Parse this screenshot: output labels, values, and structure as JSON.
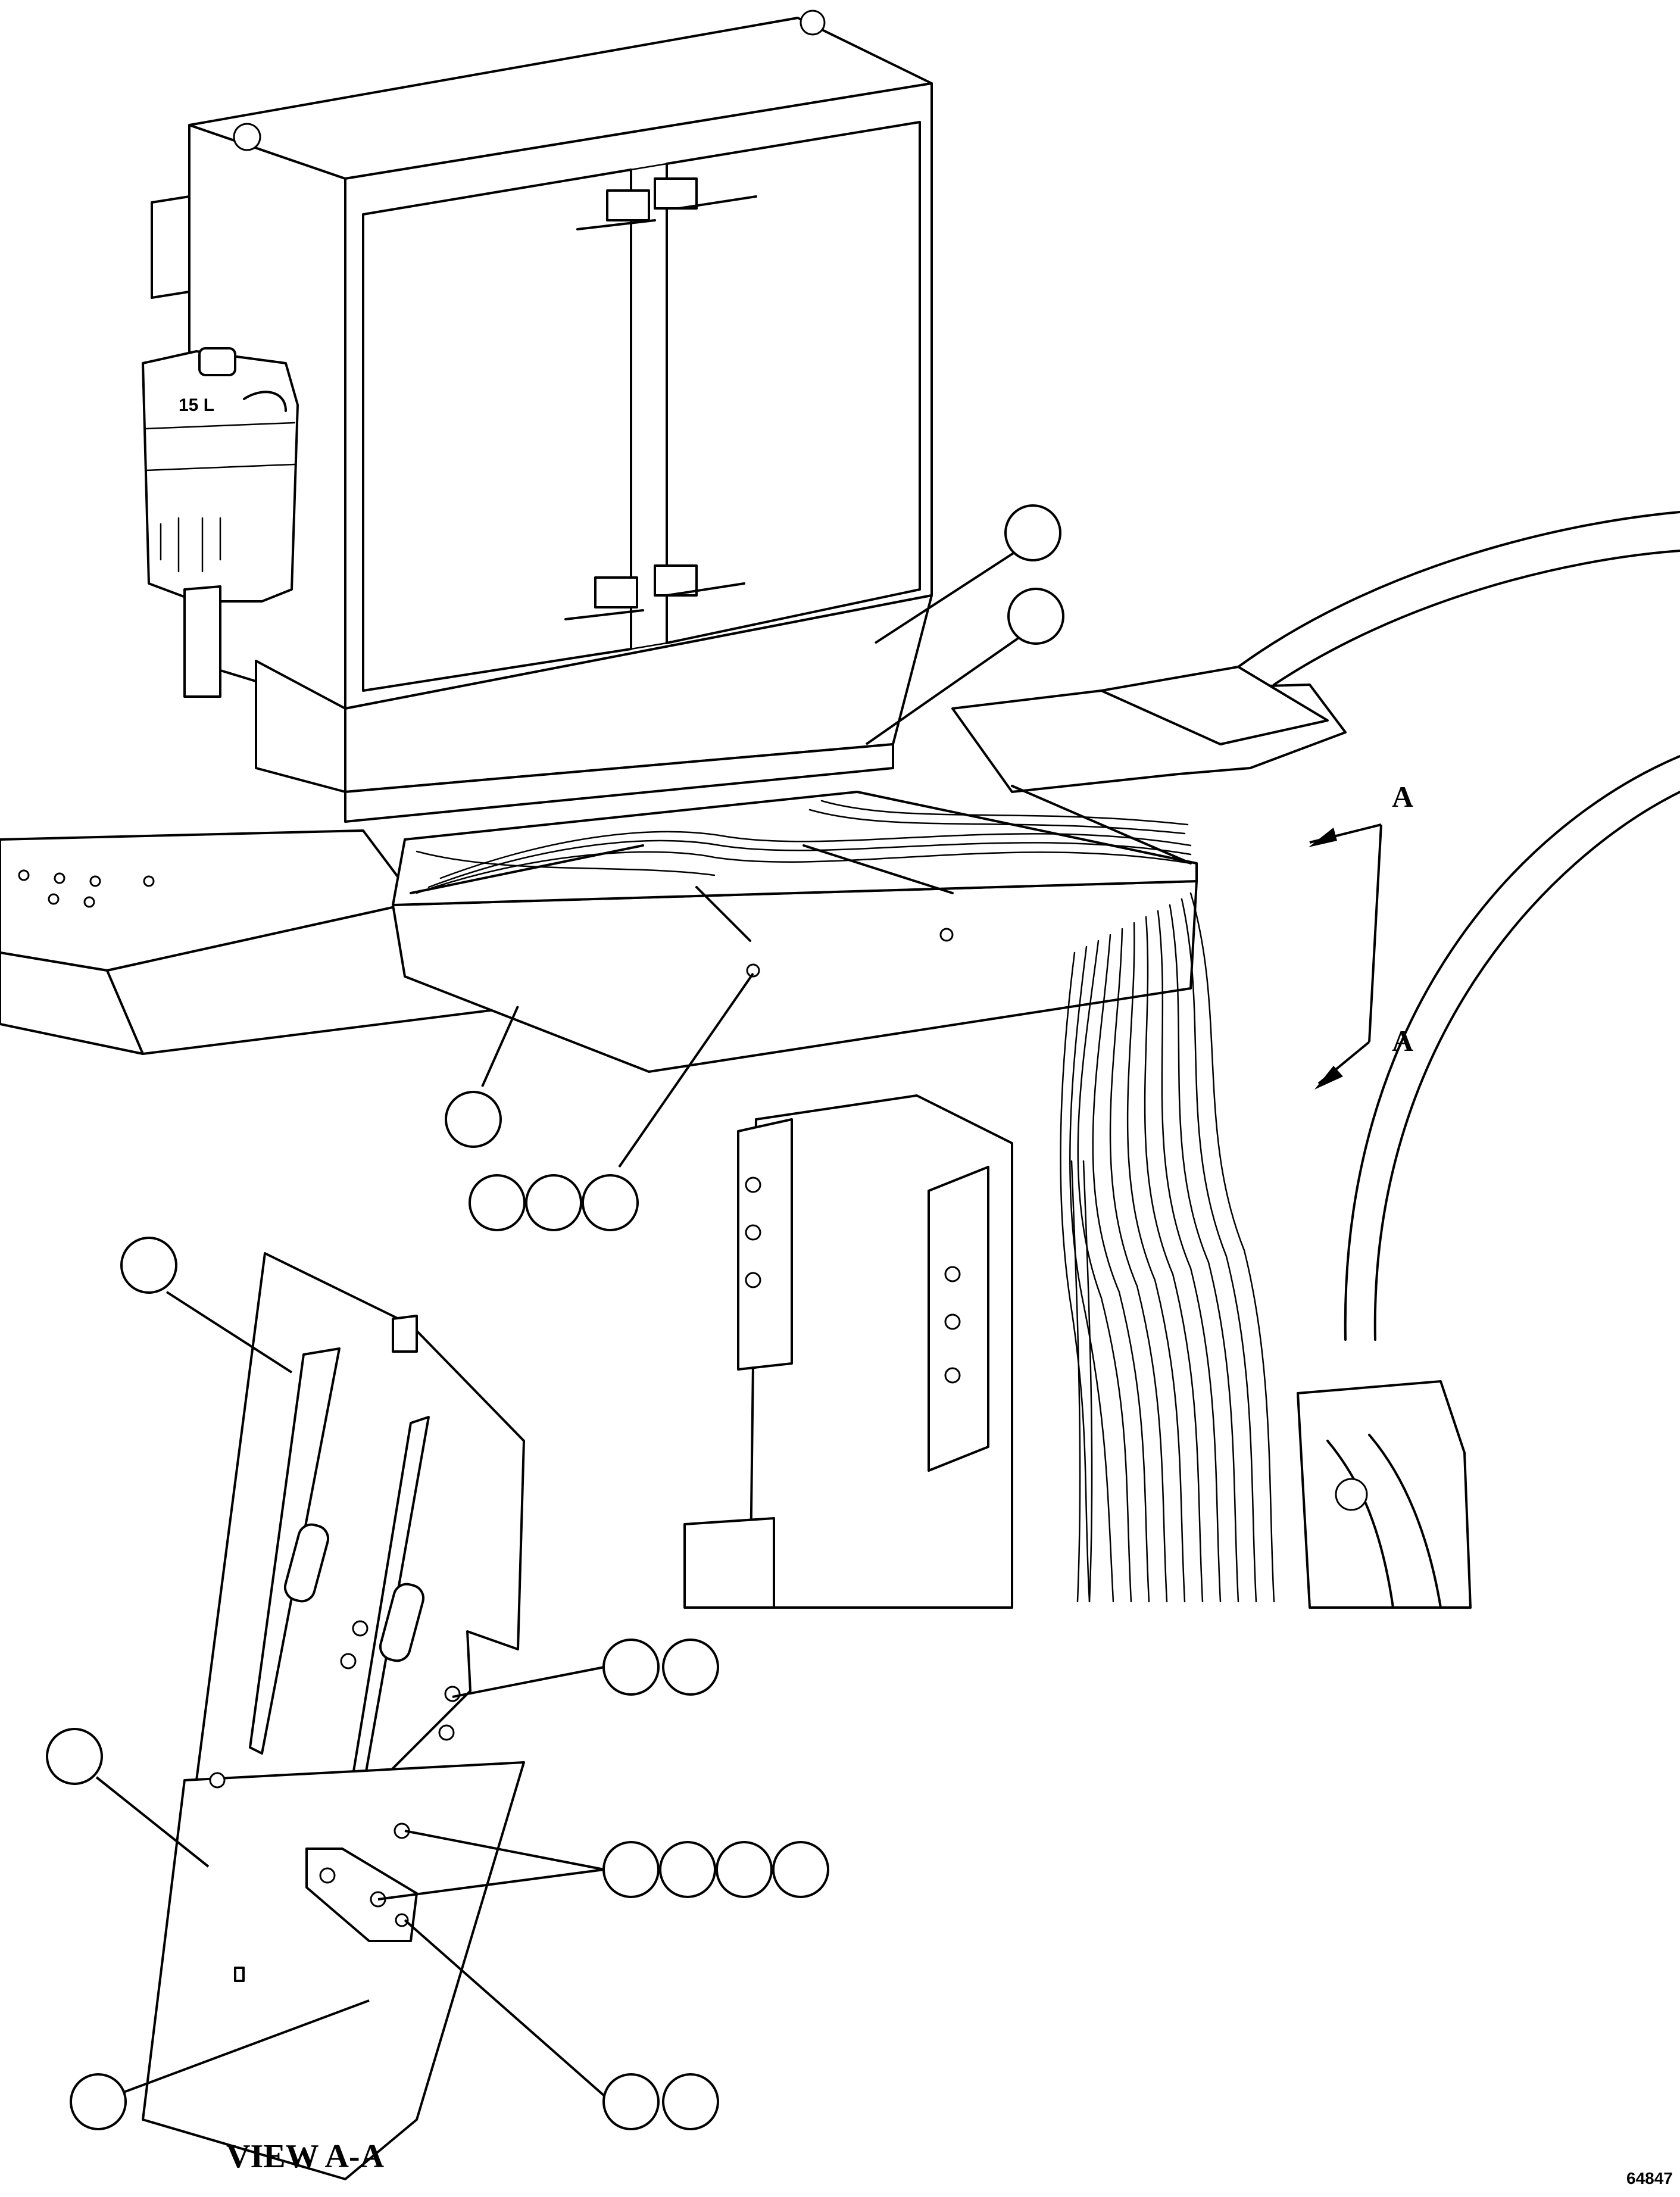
{
  "diagram": {
    "section_markers": [
      "A",
      "A"
    ],
    "view_caption": "VIEW A-A",
    "figure_number": "64847",
    "tank_label": "15 L",
    "callout_groups": [
      {
        "id": "g1",
        "bubbles": 1
      },
      {
        "id": "g2",
        "bubbles": 1
      },
      {
        "id": "g3",
        "bubbles": 1
      },
      {
        "id": "g4",
        "bubbles": 3
      },
      {
        "id": "g5",
        "bubbles": 1
      },
      {
        "id": "g6",
        "bubbles": 2
      },
      {
        "id": "g7",
        "bubbles": 1
      },
      {
        "id": "g8",
        "bubbles": 4
      },
      {
        "id": "g9",
        "bubbles": 1
      },
      {
        "id": "g10",
        "bubbles": 2
      }
    ],
    "line_color": "#000000",
    "background_color": "#ffffff"
  }
}
